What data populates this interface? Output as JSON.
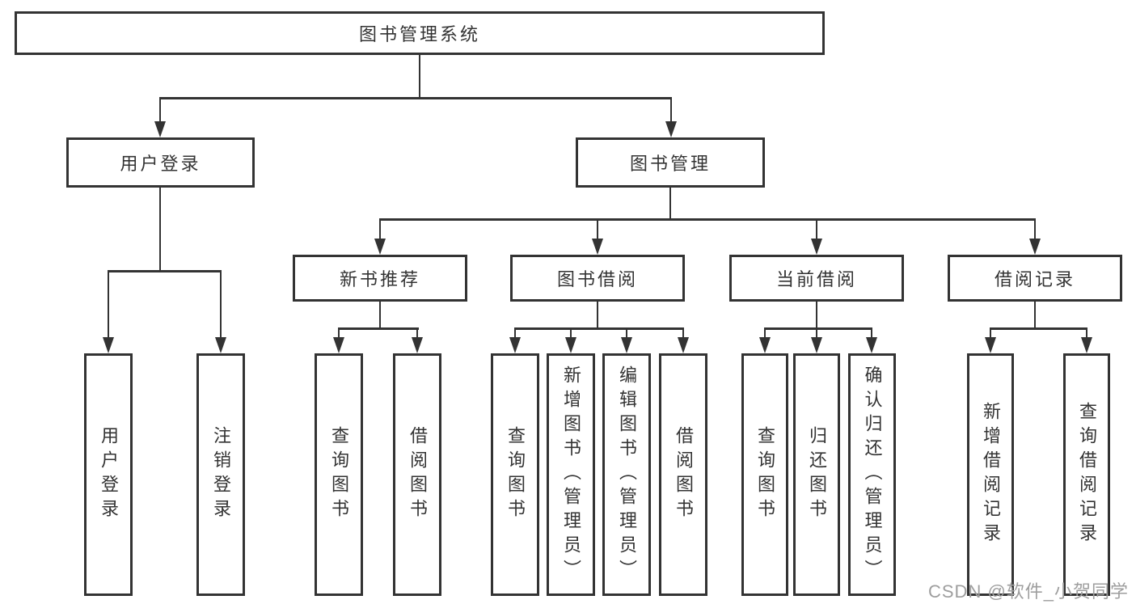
{
  "tree": {
    "root": {
      "label": "图书管理系统"
    },
    "children": [
      {
        "label": "用户登录",
        "children": [
          {
            "label": "用户登录"
          },
          {
            "label": "注销登录"
          }
        ]
      },
      {
        "label": "图书管理",
        "children": [
          {
            "label": "新书推荐",
            "children": [
              {
                "label": "查询图书"
              },
              {
                "label": "借阅图书"
              }
            ]
          },
          {
            "label": "图书借阅",
            "children": [
              {
                "label": "查询图书"
              },
              {
                "label": "新增图书（管理员）"
              },
              {
                "label": "编辑图书（管理员）"
              },
              {
                "label": "借阅图书"
              }
            ]
          },
          {
            "label": "当前借阅",
            "children": [
              {
                "label": "查询图书"
              },
              {
                "label": "归还图书"
              },
              {
                "label": "确认归还（管理员）"
              }
            ]
          },
          {
            "label": "借阅记录",
            "children": [
              {
                "label": "新增借阅记录"
              },
              {
                "label": "查询借阅记录"
              }
            ]
          }
        ]
      }
    ]
  },
  "watermark": {
    "text": "CSDN @软件_小贺同学"
  },
  "colors": {
    "line": "#333333",
    "box_border": "#333333",
    "text": "#333333",
    "watermark": "#9e9e9e",
    "background": "#ffffff"
  }
}
